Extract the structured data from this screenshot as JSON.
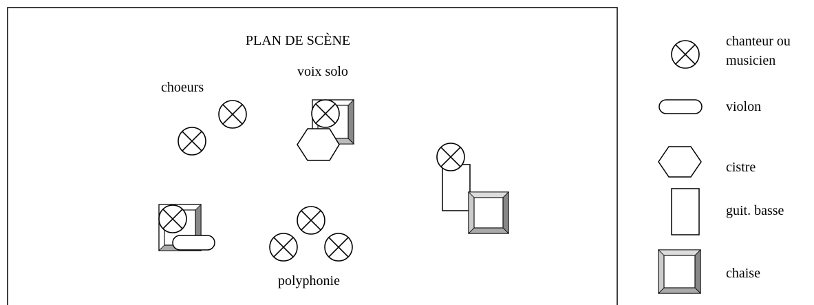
{
  "stage": {
    "title": "PLAN DE SCÈNE",
    "labels": {
      "choeurs": "choeurs",
      "voix_solo": "voix solo",
      "polyphonie": "polyphonie"
    }
  },
  "legend": {
    "singer_line1": "chanteur ou",
    "singer_line2": "musicien",
    "violin": "violon",
    "cittern": "cistre",
    "bass_guitar": "guit. basse",
    "chair": "chaise"
  }
}
